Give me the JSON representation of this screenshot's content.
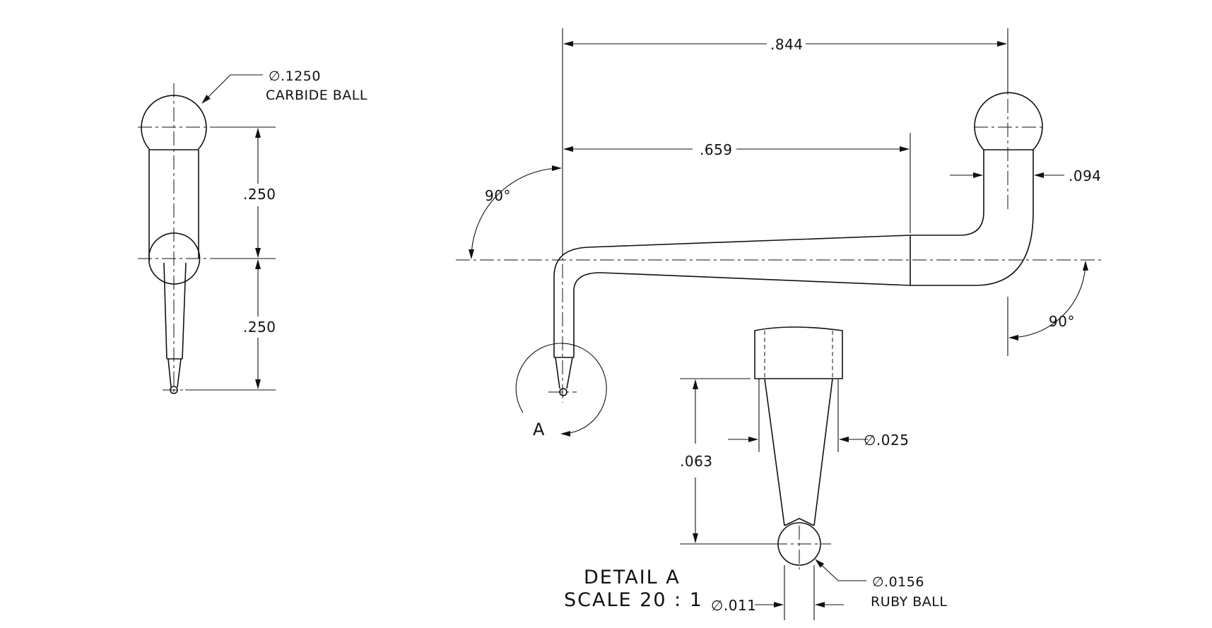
{
  "side_view": {
    "ball_dia": "∅.1250",
    "ball_material": "CARBIDE BALL",
    "dim_upper": ".250",
    "dim_lower": ".250"
  },
  "front_view": {
    "overall_length": ".844",
    "to_step": ".659",
    "shank_dia": ".094",
    "angle_left": "90°",
    "angle_right": "90°",
    "detail_callout": "A"
  },
  "detail": {
    "title": "DETAIL A",
    "scale": "SCALE 20 : 1",
    "tip_length": ".063",
    "tip_dia": "∅.025",
    "stem_dia": "∅.011",
    "ball_dia": "∅.0156",
    "ball_material": "RUBY BALL"
  }
}
